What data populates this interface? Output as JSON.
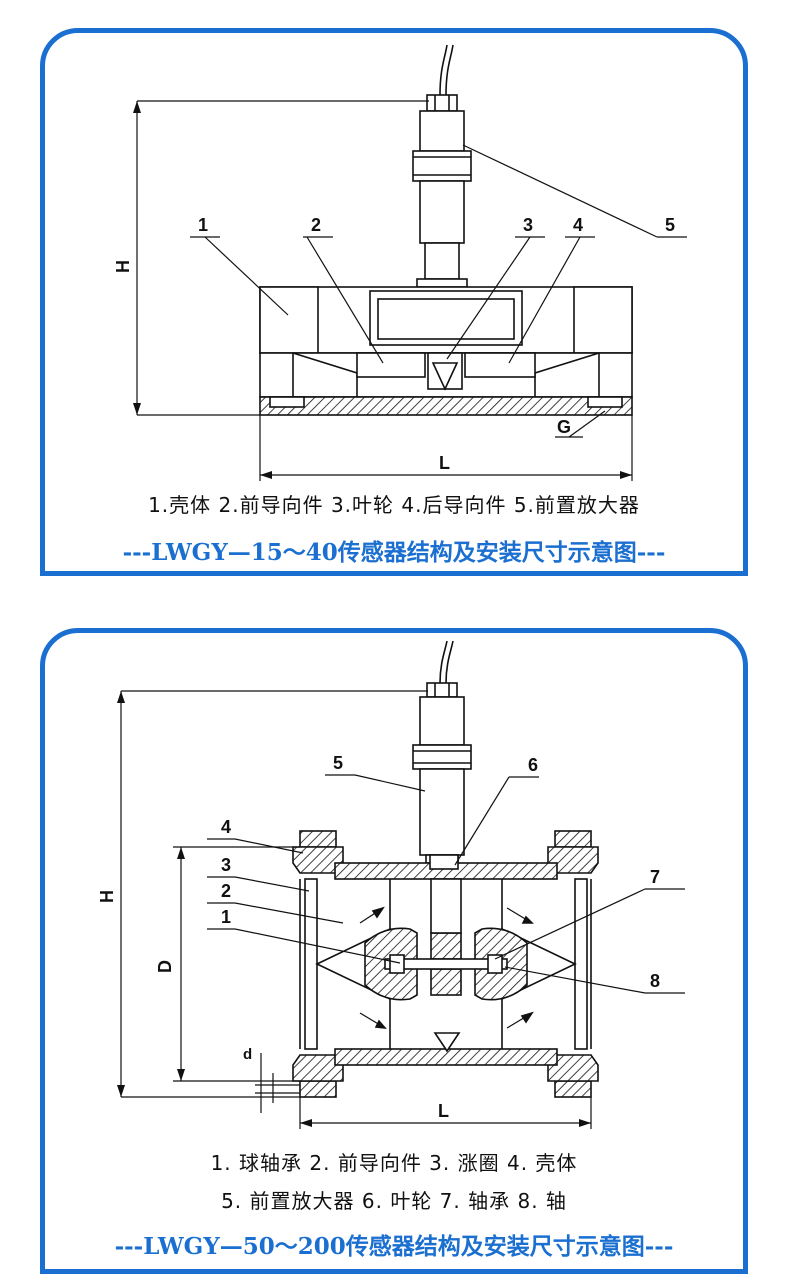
{
  "panel1": {
    "labels": {
      "n1": "1",
      "n2": "2",
      "n3": "3",
      "n4": "4",
      "n5": "5",
      "H": "H",
      "L": "L",
      "G": "G"
    },
    "caption": "1.壳体  2.前导向件  3.叶轮  4.后导向件  5.前置放大器",
    "title": "---LWGY—15～40传感器结构及安装尺寸示意图---"
  },
  "panel2": {
    "labels": {
      "n1": "1",
      "n2": "2",
      "n3": "3",
      "n4": "4",
      "n5": "5",
      "n6": "6",
      "n7": "7",
      "n8": "8",
      "H": "H",
      "D": "D",
      "d": "d",
      "L": "L"
    },
    "caption_line1": "1. 球轴承  2. 前导向件  3. 涨圈  4. 壳体",
    "caption_line2": "5. 前置放大器  6. 叶轮  7. 轴承  8. 轴",
    "title": "---LWGY—50～200传感器结构及安装尺寸示意图---"
  },
  "colors": {
    "border": "#1b6fd0",
    "title": "#1b6fd0",
    "line": "#111111"
  }
}
